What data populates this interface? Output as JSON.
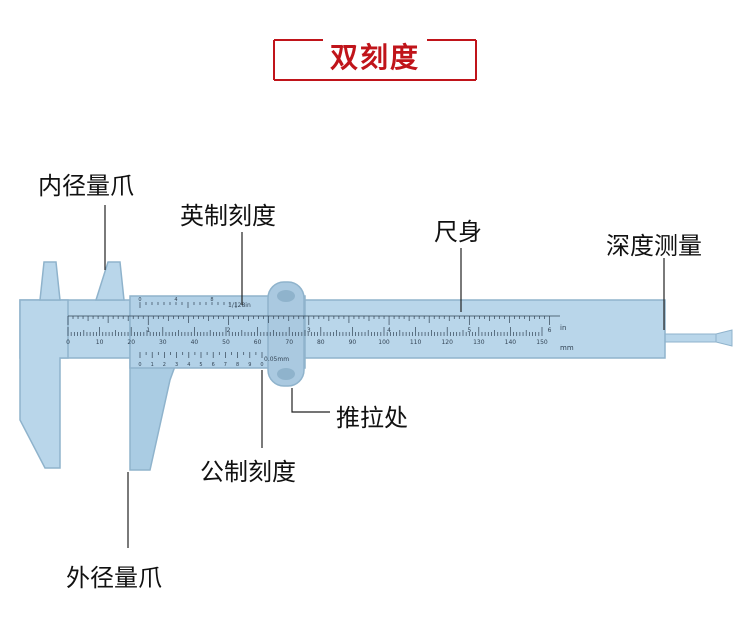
{
  "title": "双刻度",
  "labels": {
    "inner_jaw": "内径量爪",
    "imperial_scale": "英制刻度",
    "ruler_body": "尺身",
    "depth_measure": "深度测量",
    "push_pull": "推拉处",
    "metric_scale": "公制刻度",
    "outer_jaw": "外径量爪"
  },
  "ruler_text": {
    "fraction": "1/128in",
    "vernier_unit": "0.05mm",
    "unit_in": "in",
    "unit_mm": "mm",
    "inch_numbers": [
      "1",
      "2",
      "3",
      "4",
      "5",
      "6"
    ],
    "mm_numbers": [
      "0",
      "10",
      "20",
      "30",
      "40",
      "50",
      "60",
      "70",
      "80",
      "90",
      "100",
      "110",
      "120",
      "130",
      "140",
      "150"
    ],
    "vernier_top_numbers": [
      "0",
      "4",
      "8"
    ],
    "vernier_bottom_numbers": [
      "0",
      "1",
      "2",
      "3",
      "4",
      "5",
      "6",
      "7",
      "8",
      "9",
      "0"
    ]
  },
  "colors": {
    "title_red": "#c0141a",
    "caliper_blue": "#b9d6ea",
    "caliper_edge": "#8fb3cc",
    "scale_ink": "#334455"
  }
}
